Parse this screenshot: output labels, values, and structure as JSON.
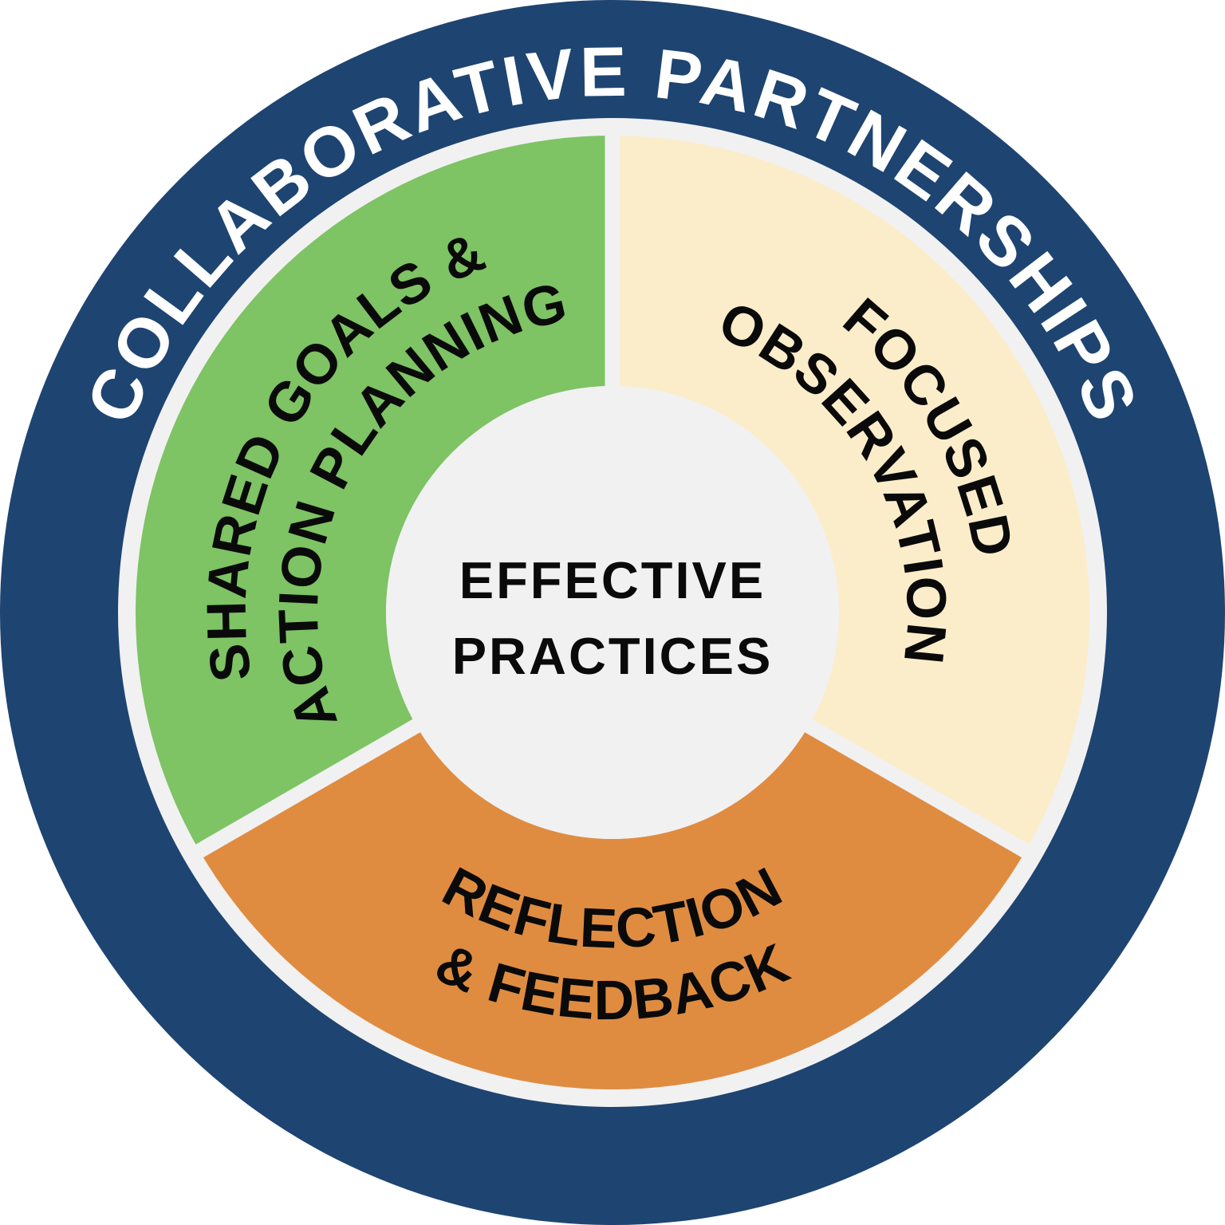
{
  "colors": {
    "ring_blue": "#1E4471",
    "segment_green": "#7EC364",
    "segment_cream": "#FBEDCA",
    "segment_orange": "#DF8C41",
    "background_gray": "#F1F1F2",
    "text_dark": "#0A0A0A",
    "text_light": "#FFFFFF"
  },
  "outer_ring": {
    "label": "COLLABORATIVE PARTNERSHIPS"
  },
  "center": {
    "line1": "EFFECTIVE",
    "line2": "PRACTICES"
  },
  "segments": [
    {
      "id": "shared-goals-action-planning",
      "position": "upper-left",
      "line1": "SHARED GOALS &",
      "line2": "ACTION PLANNING"
    },
    {
      "id": "focused-observation",
      "position": "right",
      "line1": "FOCUSED",
      "line2": "OBSERVATION"
    },
    {
      "id": "reflection-feedback",
      "position": "bottom",
      "line1": "REFLECTION",
      "line2": "& FEEDBACK"
    }
  ]
}
